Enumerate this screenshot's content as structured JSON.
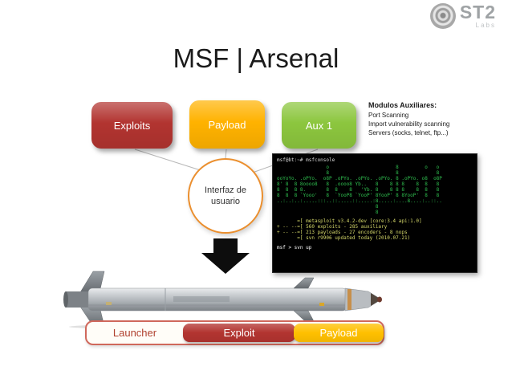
{
  "logo": {
    "name": "ST2",
    "sub": "Labs"
  },
  "title": "MSF | Arsenal",
  "modules": [
    {
      "label": "Exploits",
      "color": "#b23430"
    },
    {
      "label": "Payload",
      "color": "#ffb200"
    },
    {
      "label": "Aux 1",
      "color": "#8cc63e"
    }
  ],
  "aux_panel": {
    "heading": "Modulos Auxiliares:",
    "items": [
      "Port Scanning",
      "Import vulnerability scanning",
      "Servers (socks, telnet, ftp...)"
    ]
  },
  "hub": {
    "line1": "Interfaz de",
    "line2": "usuario"
  },
  "terminal": {
    "title_line": "msf@bt:~# msfconsole",
    "banner_lines": [
      "                 o                       8         o   o",
      "                 8                       8             8",
      "ooYoYo. .oPYo.  o8P .oPYo. .oPYo. .oPYo. 8 .oPYo. o8  o8P",
      "8' 8  8 8oooo8   8  .oooo8 Yb..   8    8 8 8    8  8   8",
      "8  8  8 8.       8  8    8   'Yb. 8    8 8 8    8  8   8",
      "8  8  8 `Yooo'   8  `YooP8 `YooP' 8YooP' 8 8YooP'  8   8",
      "..:..:..:.....:::..::.....::.....:8.....:....8....:..::..",
      "                                  8",
      "                                  8"
    ],
    "info_lines": [
      "       =[ metasploit v3.4.2-dev [core:3.4 api:1.0]",
      "+ -- --=[ 560 exploits - 285 auxiliary",
      "+ -- --=[ 213 payloads - 27 encoders - 8 nops",
      "       =[ svn r9906 updated today (2010.07.21)"
    ],
    "prompt": "msf > svn up"
  },
  "launcher_bar": {
    "launcher_label": "Launcher",
    "exploit_label": "Exploit",
    "payload_label": "Payload",
    "exploit_color": "#b23430",
    "payload_color": "#ffc000"
  },
  "colors": {
    "hub_border": "#eb8f2e",
    "bar_border": "#d0685c",
    "terminal_green": "#2fbf4f"
  }
}
